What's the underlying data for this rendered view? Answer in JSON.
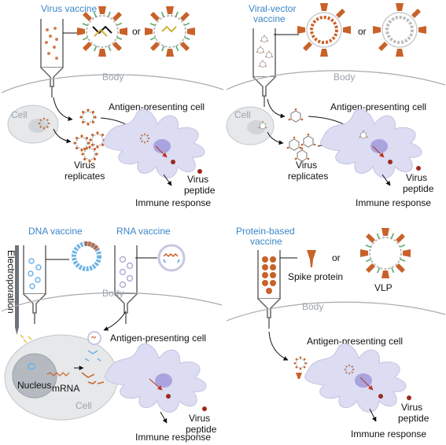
{
  "panels": {
    "virus": {
      "title": "Virus vaccine",
      "or": "or",
      "body": "Body",
      "cell": "Cell",
      "apc": "Antigen-presenting cell",
      "replicates": [
        "Virus",
        "replicates"
      ],
      "peptide": [
        "Virus",
        "peptide"
      ],
      "immune": "Immune response"
    },
    "viral_vector": {
      "title": [
        "Viral-vector",
        "vaccine"
      ],
      "or": "or",
      "body": "Body",
      "cell": "Cell",
      "apc": "Antigen-presenting cell",
      "replicates": [
        "Virus",
        "replicates"
      ],
      "peptide": [
        "Virus",
        "peptide"
      ],
      "immune": "Immune response"
    },
    "nucleic": {
      "dna_title": "DNA vaccine",
      "rna_title": "RNA vaccine",
      "electroporation": "Electroporation",
      "body": "Body",
      "apc": "Antigen-presenting cell",
      "nucleus": "Nucleus",
      "mrna": "mRNA",
      "cell": "Cell",
      "peptide": [
        "Virus",
        "peptide"
      ],
      "immune": "Immune response"
    },
    "protein": {
      "title": [
        "Protein-based",
        "vaccine"
      ],
      "spike": "Spike protein",
      "or": "or",
      "vlp": "VLP",
      "body": "Body",
      "apc": "Antigen-presenting cell",
      "peptide": [
        "Virus",
        "peptide"
      ],
      "immune": "Immune response"
    }
  },
  "colors": {
    "label_blue": "#3a86c8",
    "spike_orange": "#c8622a",
    "apc_lavender": "#dcdcf2",
    "cell_gray": "#e6e8ea",
    "dna_blue": "#6fb3e6",
    "peptide_red": "#9c2a20"
  }
}
